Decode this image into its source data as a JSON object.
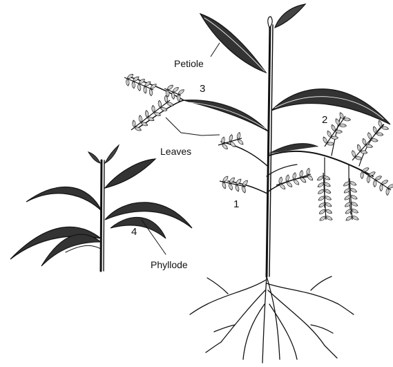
{
  "diagram": {
    "labels": {
      "petiole": "Petiole",
      "leaves": "Leaves",
      "phyllode": "Phyllode",
      "n1": "1",
      "n2": "2",
      "n3": "3",
      "n4": "4"
    },
    "colors": {
      "ink": "#111111",
      "paper": "#ffffff"
    }
  }
}
